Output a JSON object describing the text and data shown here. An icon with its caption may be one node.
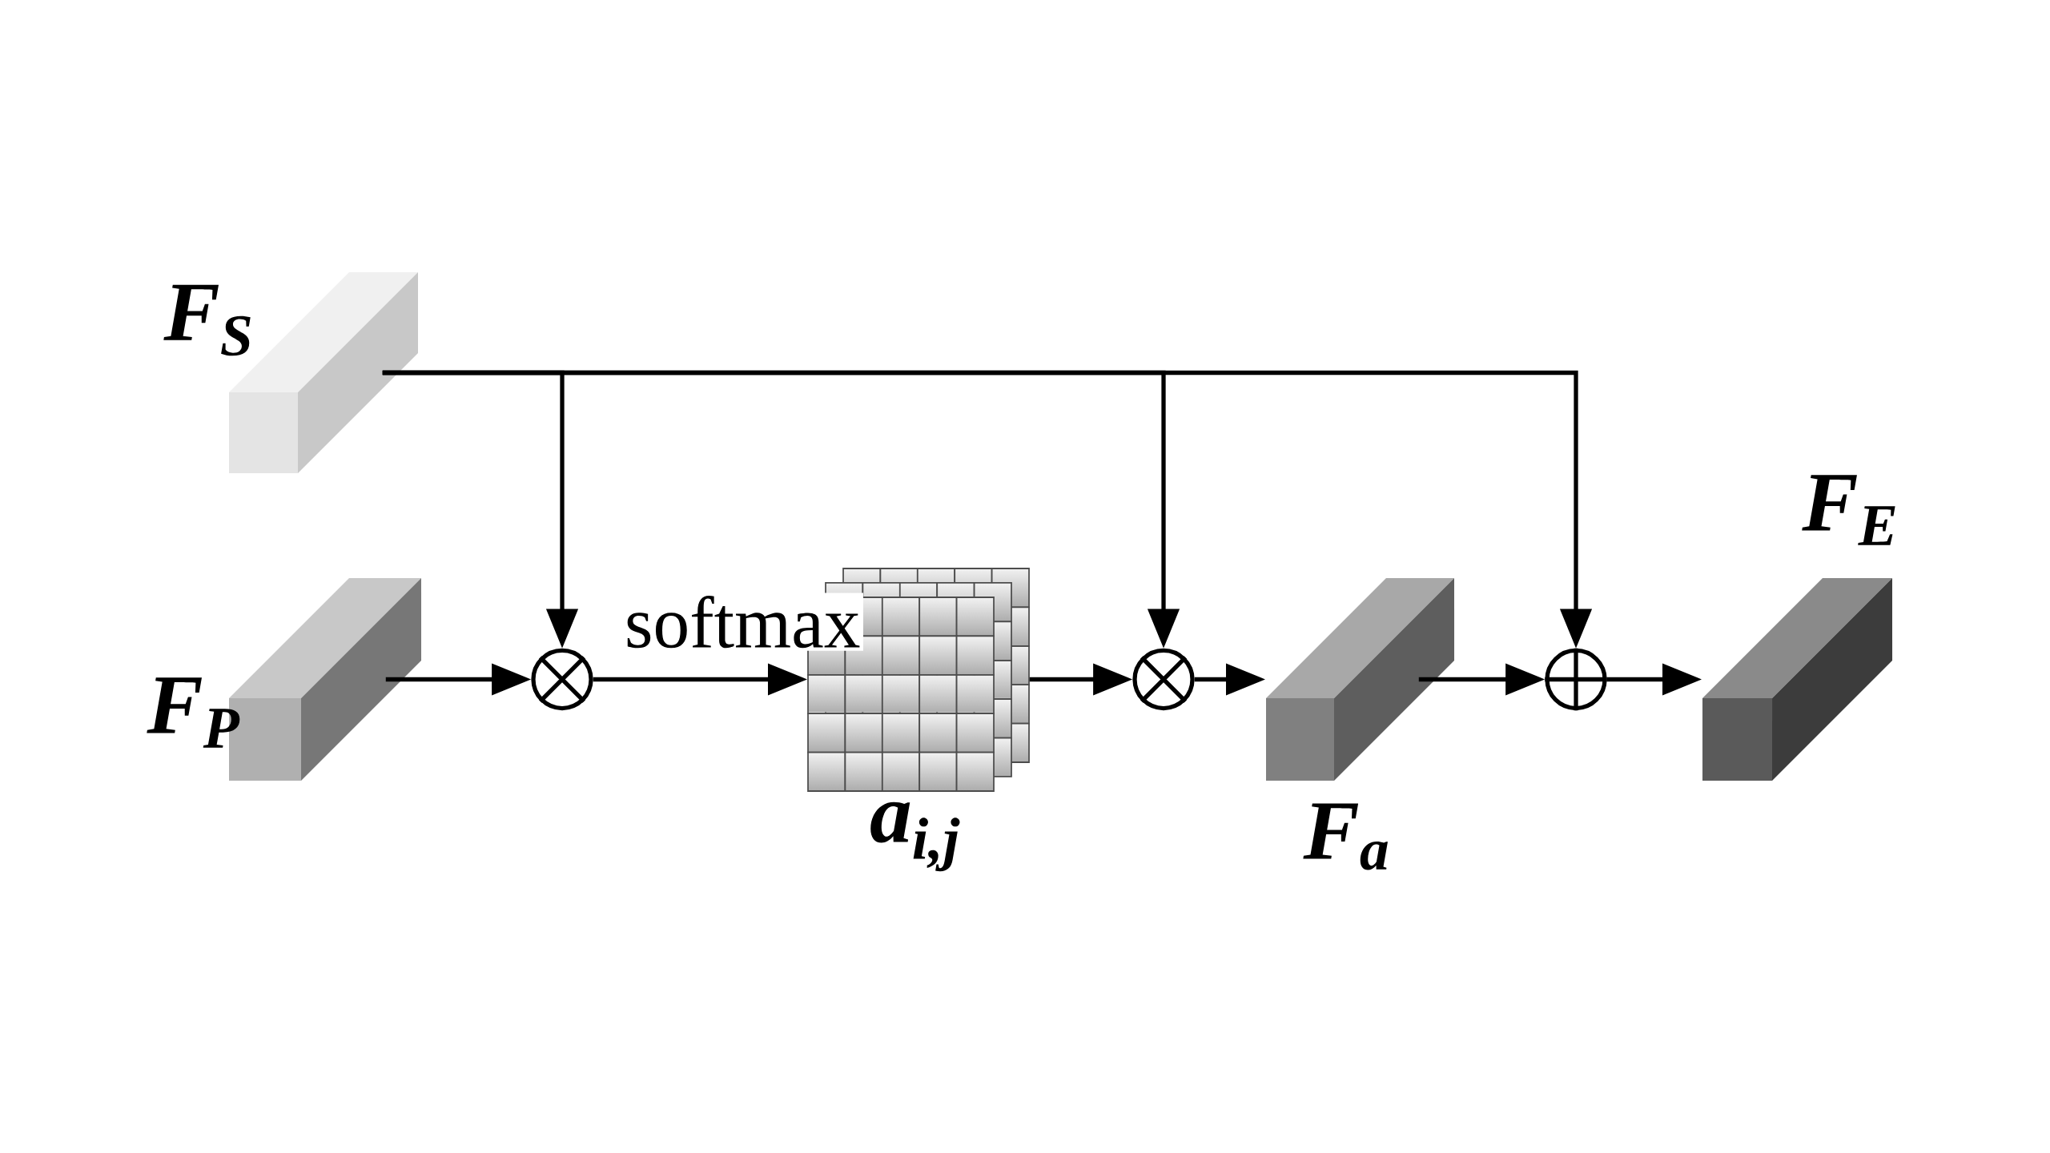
{
  "diagram": {
    "nodes": [
      {
        "text": [
          "F$_{S}$"
        ]
      },
      {
        "text": [
          "F$_{P}$"
        ]
      },
      {
        "text": [],
        "shape": "circle"
      },
      {
        "text": [
          "a$_{i,j}$"
        ]
      },
      {
        "text": [],
        "shape": "circle"
      },
      {
        "text": [
          "F$_{a}$"
        ]
      },
      {
        "text": [],
        "shape": "circle"
      },
      {
        "text": [
          "F$_{E}$"
        ]
      }
    ],
    "edges": [
      {
        "from": 1,
        "to": 2,
        "arrow": "to"
      },
      {
        "from": 2,
        "to": 3,
        "arrow": "to",
        "label": "softmax"
      },
      {
        "from": 3,
        "to": 4,
        "arrow": "to"
      },
      {
        "from": 4,
        "to": 5,
        "arrow": "to"
      },
      {
        "from": 5,
        "to": 6,
        "arrow": "to"
      },
      {
        "from": 6,
        "to": 7,
        "arrow": "to"
      },
      {
        "from": 0,
        "to": 2,
        "arrow": "to"
      },
      {
        "from": 0,
        "to": 4,
        "arrow": "to"
      },
      {
        "from": 0,
        "to": 6,
        "arrow": "to"
      }
    ]
  }
}
